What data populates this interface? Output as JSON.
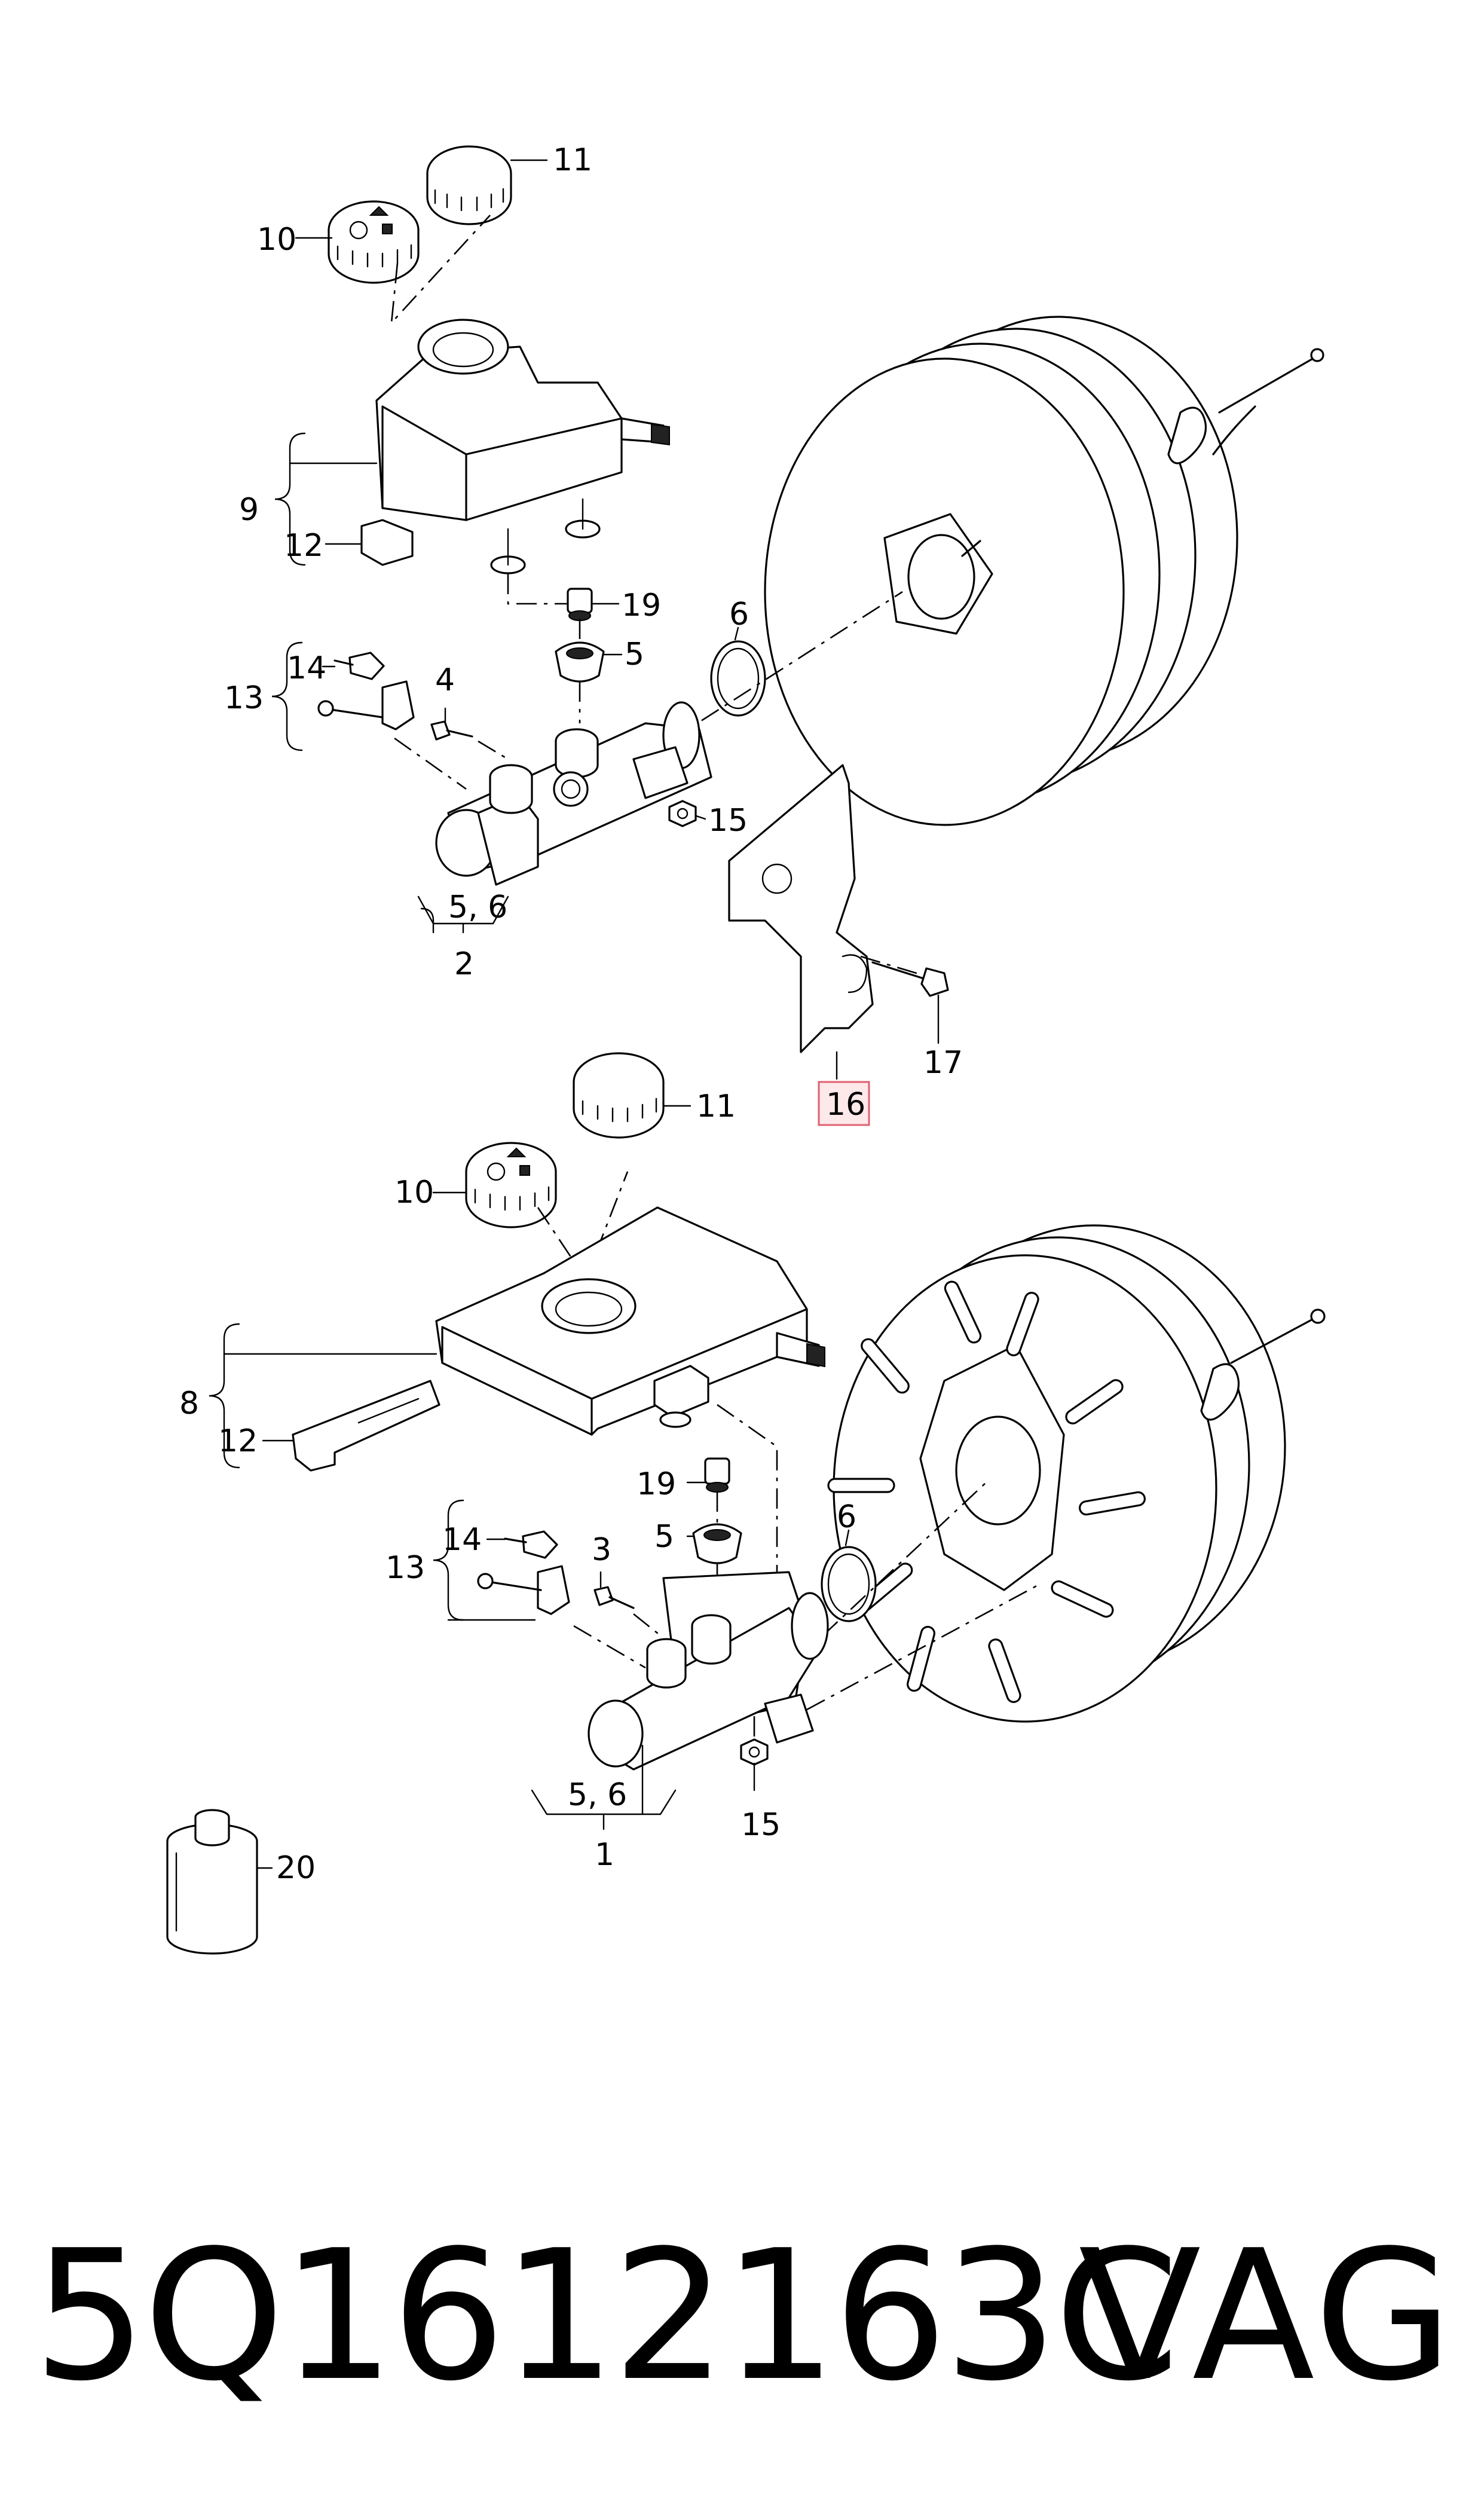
{
  "callouts": {
    "top_11": "11",
    "top_10": "10",
    "top_9": "9",
    "top_12": "12",
    "top_19": "19",
    "top_6": "6",
    "top_5": "5",
    "top_14": "14",
    "top_13": "13",
    "top_4": "4",
    "top_15": "15",
    "top_56": "5, 6",
    "top_2": "2",
    "top_17": "17",
    "top_16": "16",
    "bot_11": "11",
    "bot_10": "10",
    "bot_8": "8",
    "bot_12": "12",
    "bot_19": "19",
    "bot_6": "6",
    "bot_5": "5",
    "bot_14": "14",
    "bot_3": "3",
    "bot_13": "13",
    "bot_56": "5, 6",
    "bot_1": "1",
    "bot_15": "15",
    "bot_20": "20"
  },
  "colors": {
    "ink": "#000000",
    "highlight_fill": "#fde8ea",
    "highlight_stroke": "#e06070"
  },
  "footer": {
    "part_number": "5Q1612163C",
    "brand": "VAG"
  }
}
